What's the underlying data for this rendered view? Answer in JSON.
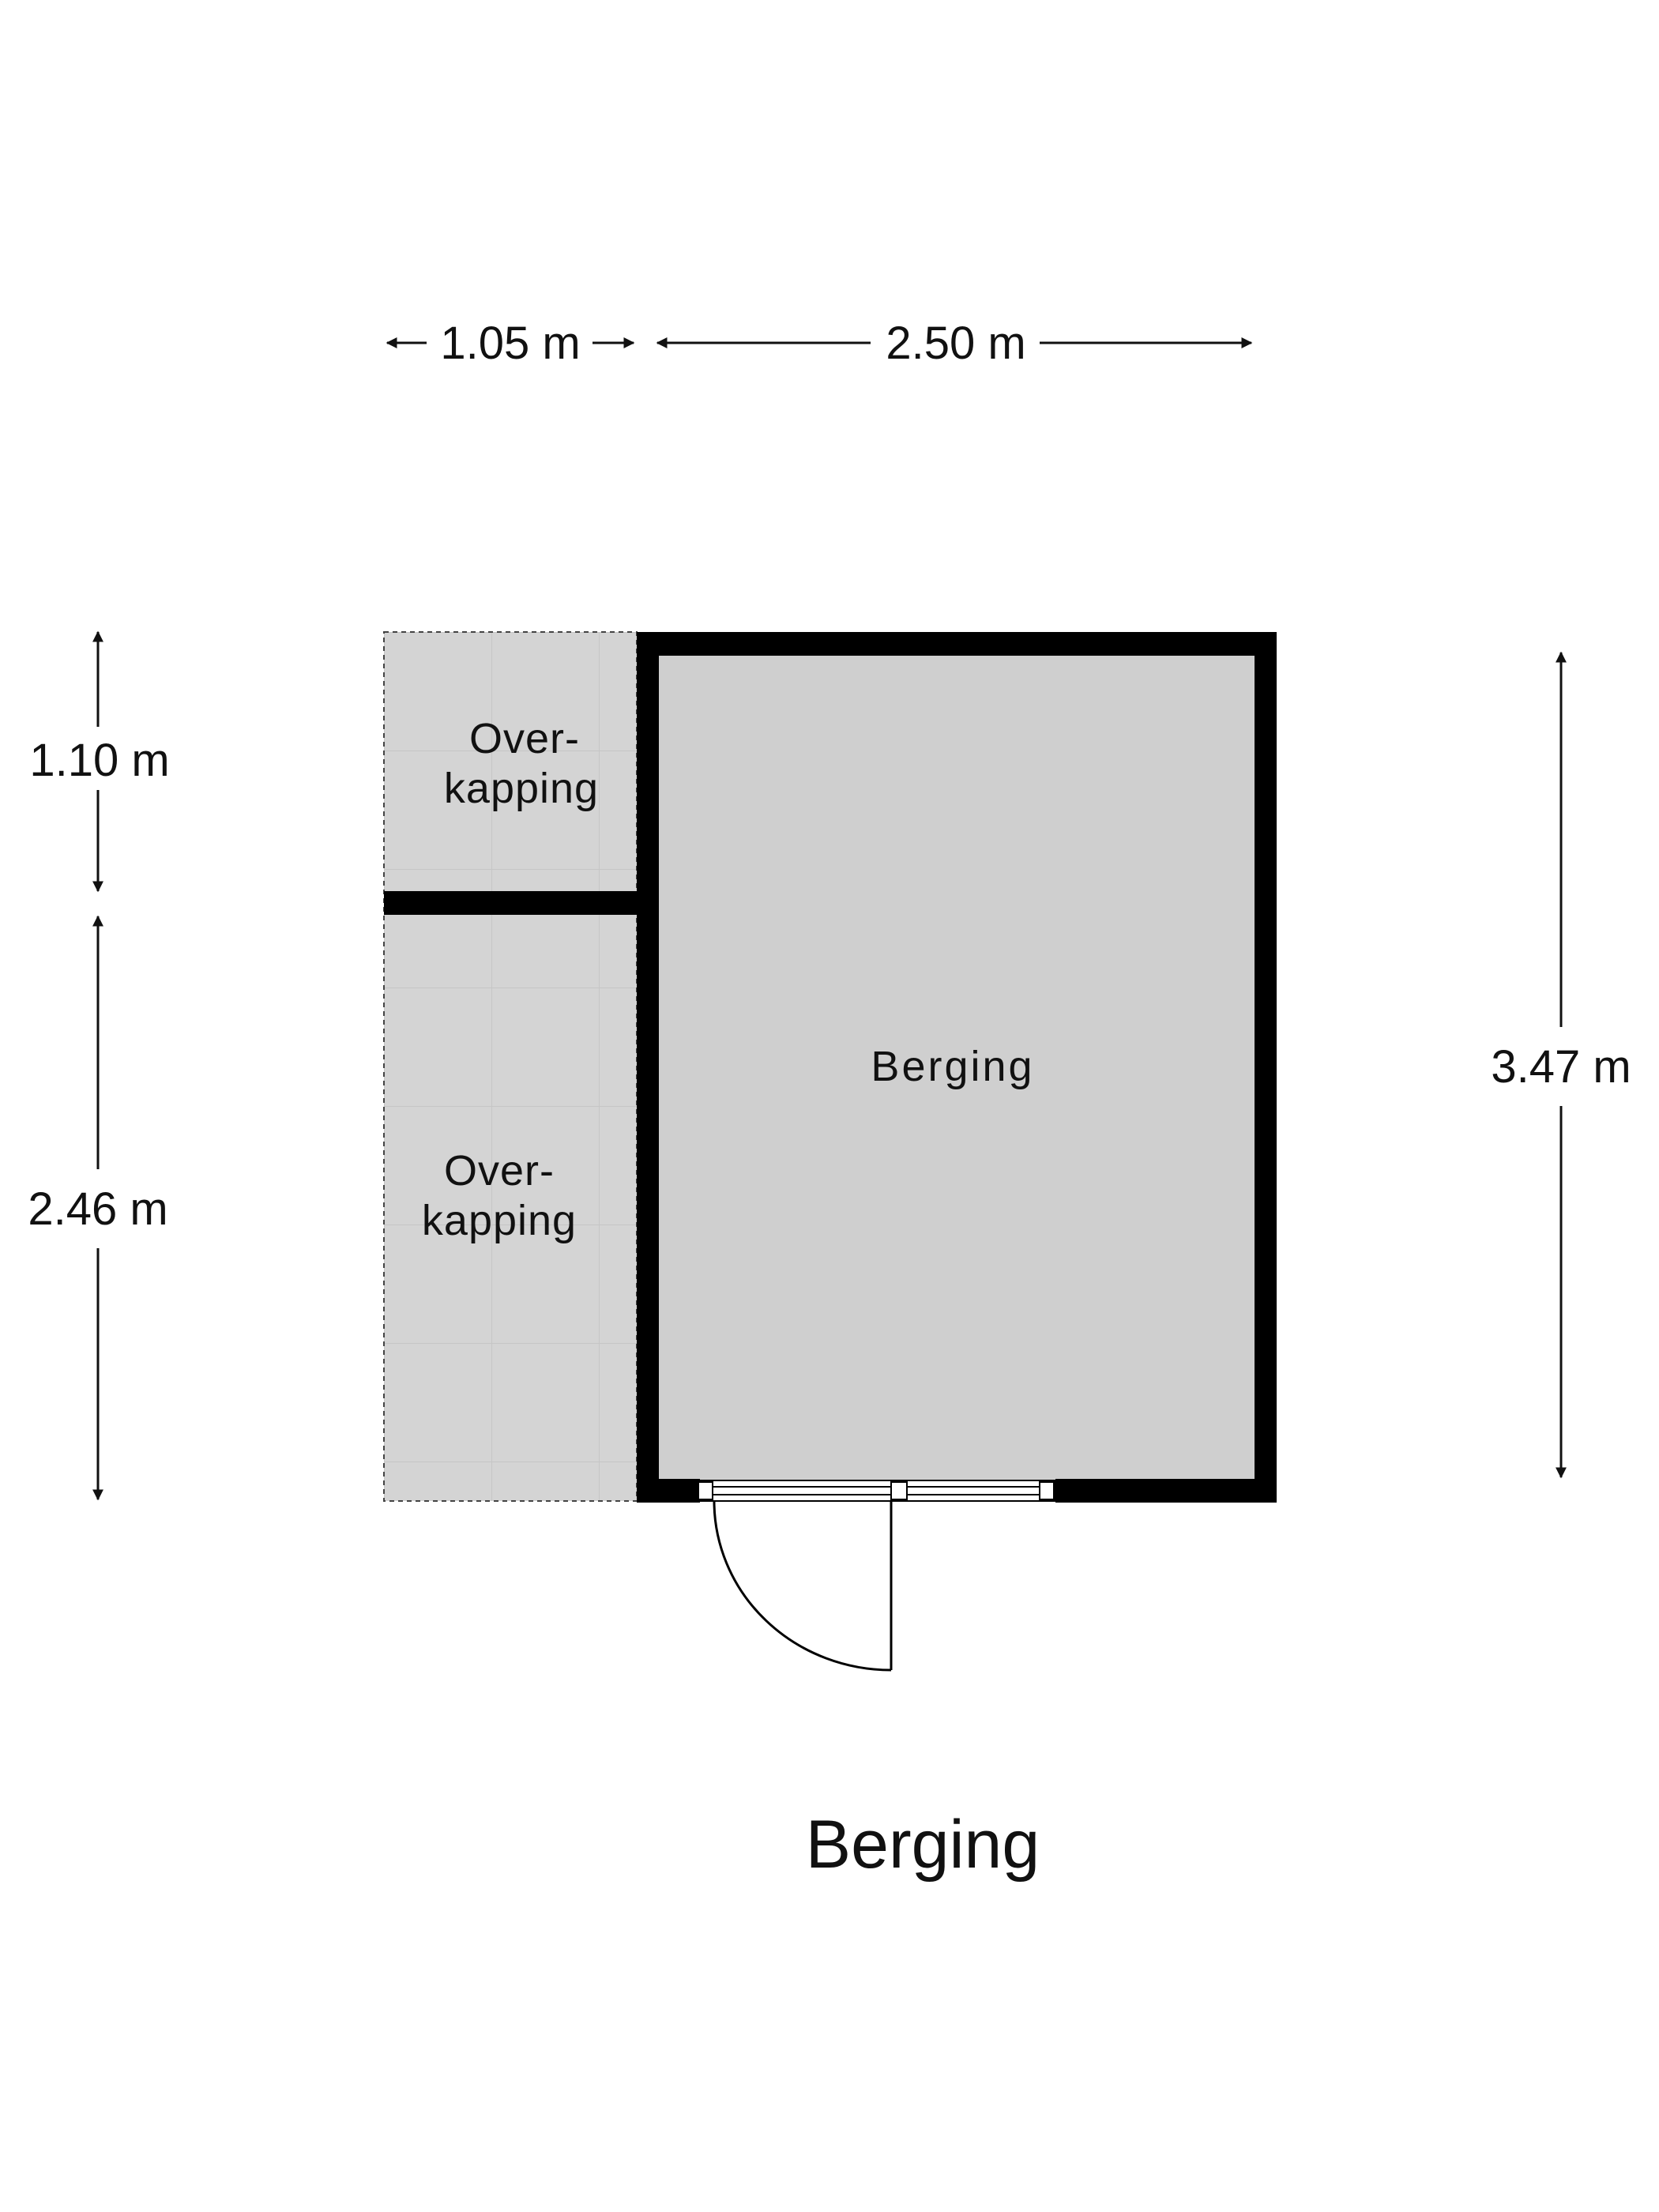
{
  "plan_title": "Berging",
  "rooms": {
    "main": {
      "label": "Berging"
    },
    "covered_top": {
      "line1": "Over-",
      "line2": "kapping"
    },
    "covered_bottom": {
      "line1": "Over-",
      "line2": "kapping"
    }
  },
  "dimensions": {
    "top_left": "1.05 m",
    "top_right": "2.50 m",
    "left_upper": "1.10 m",
    "left_lower": "2.46 m",
    "right": "3.47 m"
  },
  "colors": {
    "wall": "#000000",
    "room_fill": "#cfcfcf",
    "covered_fill": "#d4d4d4",
    "text": "#111111"
  }
}
